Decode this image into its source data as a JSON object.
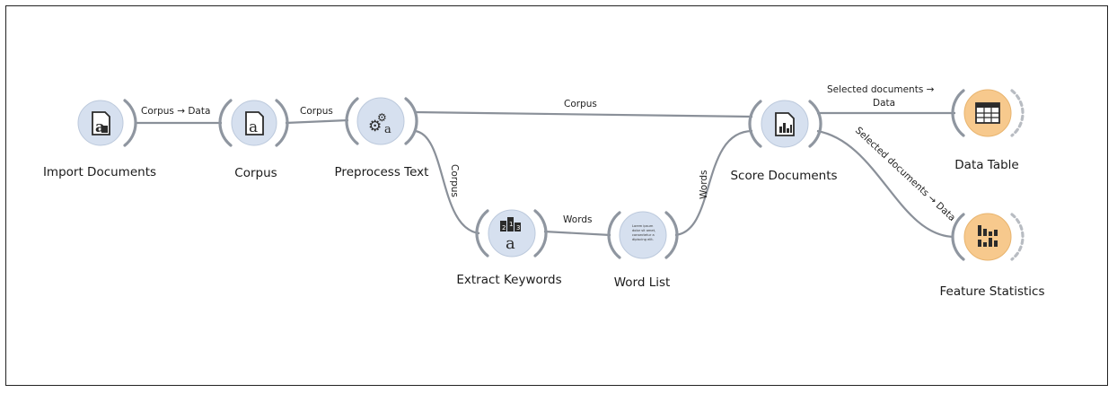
{
  "colors": {
    "text_widget_fill": "#d6e0ef",
    "data_widget_fill": "#f7c98d",
    "link": "#8a9099",
    "frame": "#222222"
  },
  "nodes": [
    {
      "id": "import-documents",
      "label": "Import Documents",
      "icon": "import-documents-icon"
    },
    {
      "id": "corpus",
      "label": "Corpus",
      "icon": "corpus-icon"
    },
    {
      "id": "preprocess-text",
      "label": "Preprocess Text",
      "icon": "preprocess-text-icon"
    },
    {
      "id": "extract-keywords",
      "label": "Extract Keywords",
      "icon": "extract-keywords-icon"
    },
    {
      "id": "word-list",
      "label": "Word List",
      "icon": "word-list-icon"
    },
    {
      "id": "score-documents",
      "label": "Score Documents",
      "icon": "score-documents-icon"
    },
    {
      "id": "data-table",
      "label": "Data Table",
      "icon": "data-table-icon"
    },
    {
      "id": "feature-statistics",
      "label": "Feature Statistics",
      "icon": "feature-statistics-icon"
    }
  ],
  "links": [
    {
      "from": "import-documents",
      "to": "corpus",
      "label": "Corpus → Data"
    },
    {
      "from": "corpus",
      "to": "preprocess-text",
      "label": "Corpus"
    },
    {
      "from": "preprocess-text",
      "to": "score-documents",
      "label": "Corpus"
    },
    {
      "from": "preprocess-text",
      "to": "extract-keywords",
      "label": "Corpus"
    },
    {
      "from": "extract-keywords",
      "to": "word-list",
      "label": "Words"
    },
    {
      "from": "word-list",
      "to": "score-documents",
      "label": "Words"
    },
    {
      "from": "score-documents",
      "to": "data-table",
      "label_line1": "Selected documents →",
      "label_line2": "Data"
    },
    {
      "from": "score-documents",
      "to": "feature-statistics",
      "label": "Selected documents → Data"
    }
  ],
  "word_list_icon_text": [
    "Lorem ipsum",
    "dolor sit amet,",
    "consectetur a",
    "dipiscing elit."
  ]
}
